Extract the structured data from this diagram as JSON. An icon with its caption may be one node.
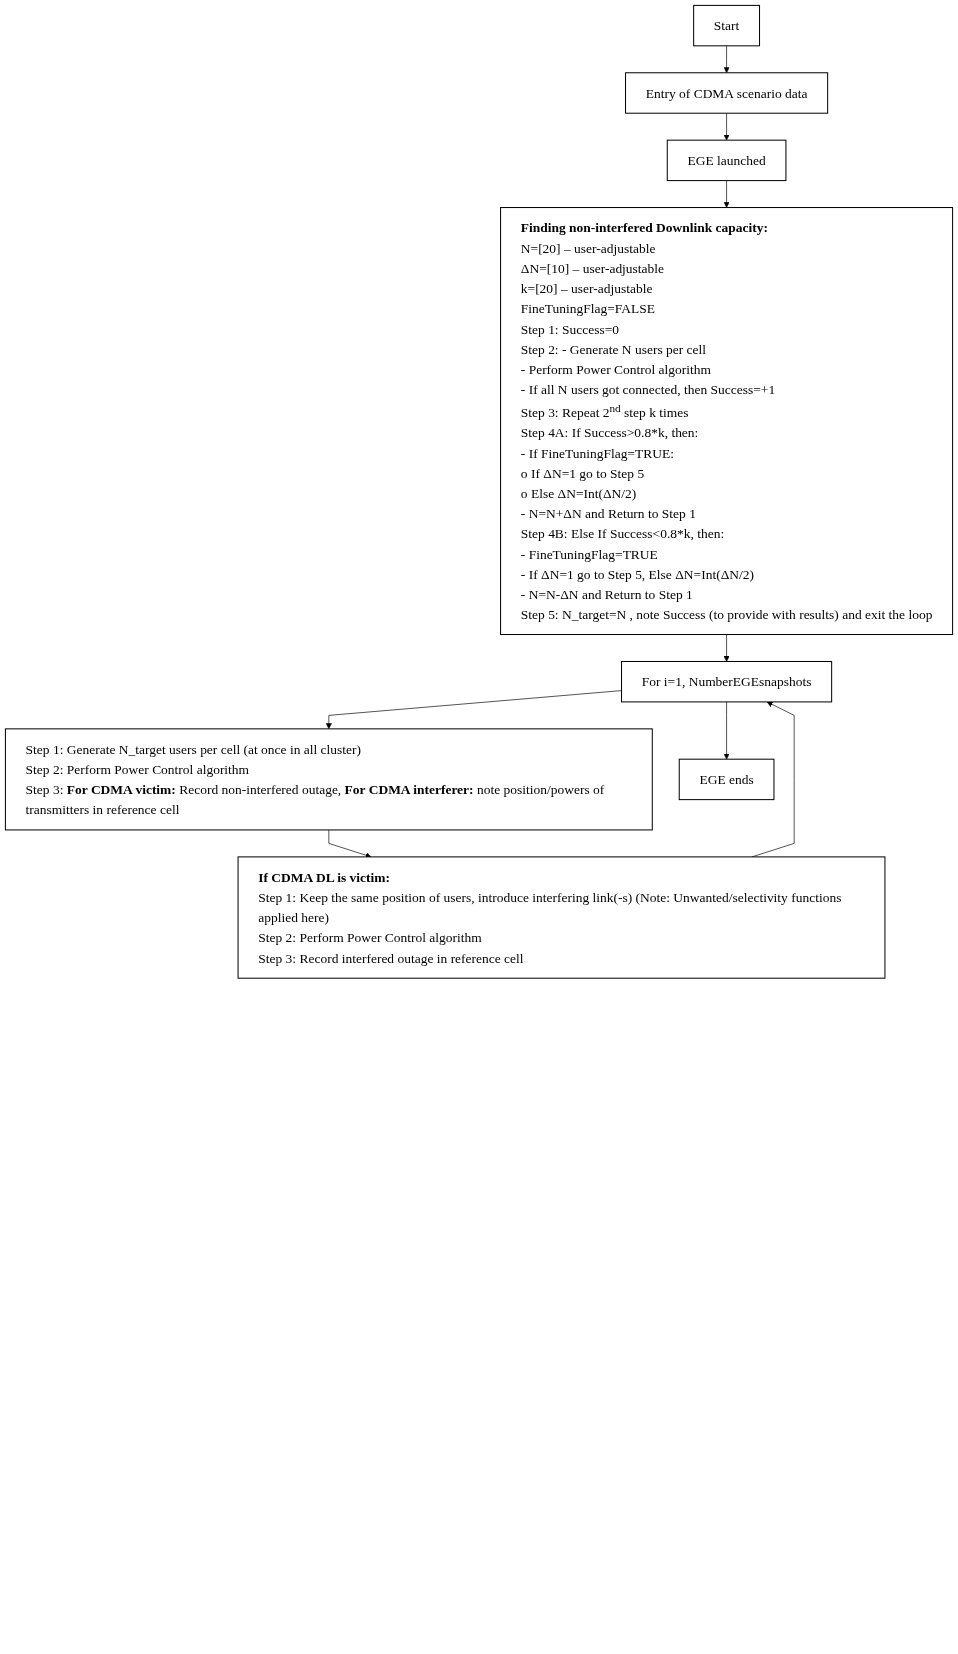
{
  "diagram": {
    "nodes": [
      {
        "text": [
          "Start"
        ]
      },
      {
        "text": [
          "Entry of CDMA scenario data"
        ]
      },
      {
        "text": [
          "EGE launched"
        ]
      },
      {
        "text": [
          "Finding non-interfered Downlink capacity:",
          "N=[20] – user-adjustable",
          "ΔN=[10] – user-adjustable",
          "k=[20] – user-adjustable",
          "FineTuningFlag=FALSE",
          "Step 1: Success=0",
          "Step 2: - Generate N users per cell",
          "- Perform Power Control algorithm",
          "- If all N users got connected, then Success=+1",
          "Step 3: Repeat 2$^{nd}$ step k times",
          "Step 4A: If Success>0.8*k, then:",
          "- If FineTuningFlag=TRUE:",
          "o If ΔN=1 go to Step 5",
          "o Else ΔN=Int(ΔN/2)",
          "- N=N+ΔN and Return to Step 1",
          "Step 4B: Else If Success<0.8*k, then:",
          "- FineTuningFlag=TRUE",
          "- If ΔN=1 go to Step 5, Else ΔN=Int(ΔN/2)",
          "- N=N-ΔN and Return to Step 1",
          "Step 5: N_target=N , note Success (to provide with results) and exit the loop"
        ]
      },
      {
        "text": [
          "For i=1, NumberEGEsnapshots"
        ]
      },
      {
        "text": [
          "Step 1: Generate N_target users per cell (at once in all cluster)",
          "Step 2: Perform Power Control algorithm",
          "Step 3: **For CDMA victim:** Record non-interfered outage, **For CDMA interferer:** note position/powers of transmitters in reference cell"
        ]
      },
      {
        "text": [
          "If CDMA DL is victim:",
          "Step 1: Keep the same position of users, introduce interfering link(-s) (Note: Unwanted/selectivity functions applied here)",
          "Step 2: Perform Power Control algorithm",
          "Step 3: Record interfered outage in reference cell"
        ]
      },
      {
        "text": [
          "EGE ends"
        ]
      }
    ],
    "edges": [
      {
        "from": 0,
        "to": 1,
        "arrow": "to"
      },
      {
        "from": 1,
        "to": 2,
        "arrow": "to"
      },
      {
        "from": 2,
        "to": 3,
        "arrow": "to"
      },
      {
        "from": 3,
        "to": 4,
        "arrow": "to"
      },
      {
        "from": 4,
        "to": 5,
        "arrow": "to"
      },
      {
        "from": 5,
        "to": 6,
        "arrow": "to"
      },
      {
        "from": 6,
        "to": 4,
        "arrow": "to"
      },
      {
        "from": 4,
        "to": 7,
        "arrow": "to"
      }
    ]
  }
}
